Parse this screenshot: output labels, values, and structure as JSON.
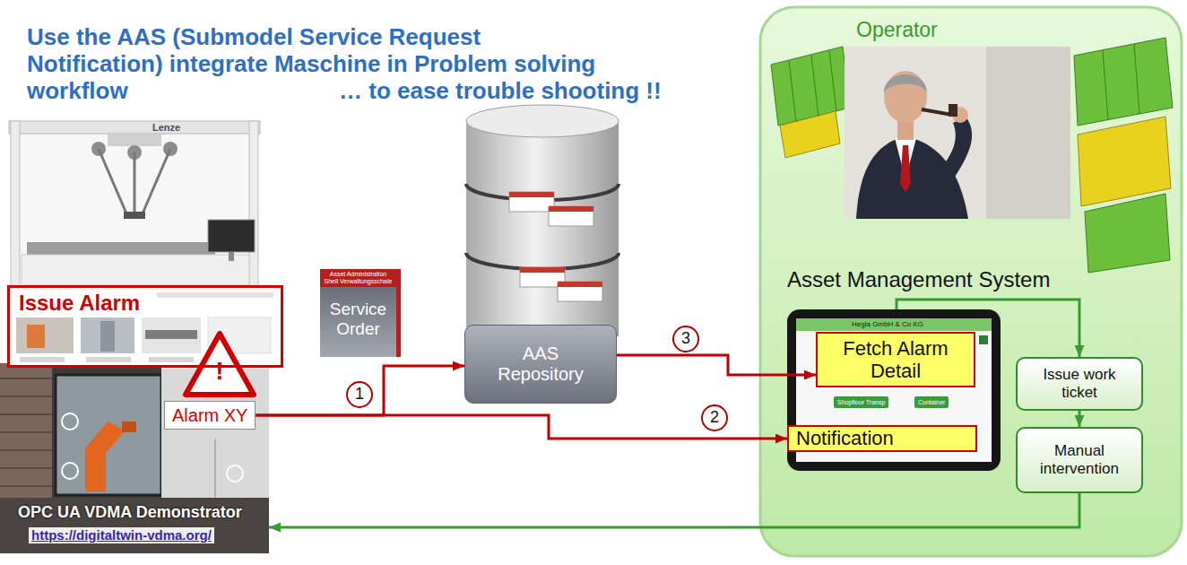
{
  "diagram": {
    "title": "Use the AAS (Submodel Service Request Notification) integrate Maschine in Problem solving workflow",
    "nodes": [
      {
        "text": [
          "OPC UA VDMA Demonstrator",
          "https://digitaltwin-vdma.org/"
        ]
      },
      {
        "text": [
          "Issue Alarm"
        ],
        "in": 0
      },
      {
        "text": [
          "Alarm XY"
        ],
        "in": 0
      },
      {
        "text": [
          "Asset Administration Shell Verwaltungsschale",
          "Service Order"
        ]
      },
      {
        "text": [
          "AAS Repository"
        ]
      },
      {
        "text": [
          "Operator"
        ]
      },
      {
        "text": [
          "Asset Management System"
        ],
        "in": 5
      },
      {
        "text": [
          "Fetch Alarm Detail"
        ],
        "in": 6
      },
      {
        "text": [
          "Notification"
        ],
        "in": 6
      },
      {
        "text": [
          "Issue work ticket"
        ],
        "in": 5
      },
      {
        "text": [
          "Manual intervention"
        ],
        "in": 5
      }
    ],
    "edges": [
      {
        "from": 2,
        "to": 4,
        "arrow": "to",
        "label": "1"
      },
      {
        "from": 2,
        "to": 8,
        "arrow": "to",
        "label": "2"
      },
      {
        "from": 4,
        "to": 7,
        "arrow": "to",
        "label": "3"
      },
      {
        "from": 6,
        "to": 9,
        "arrow": "to"
      },
      {
        "from": 9,
        "to": 10,
        "arrow": "to"
      },
      {
        "from": 10,
        "to": 0,
        "arrow": "to"
      }
    ],
    "labels": [
      "… to ease trouble shooting !!",
      "Lenze",
      "!",
      "Hegla GmbH & Co KG",
      "Shopfloor Transp",
      "Container"
    ]
  }
}
